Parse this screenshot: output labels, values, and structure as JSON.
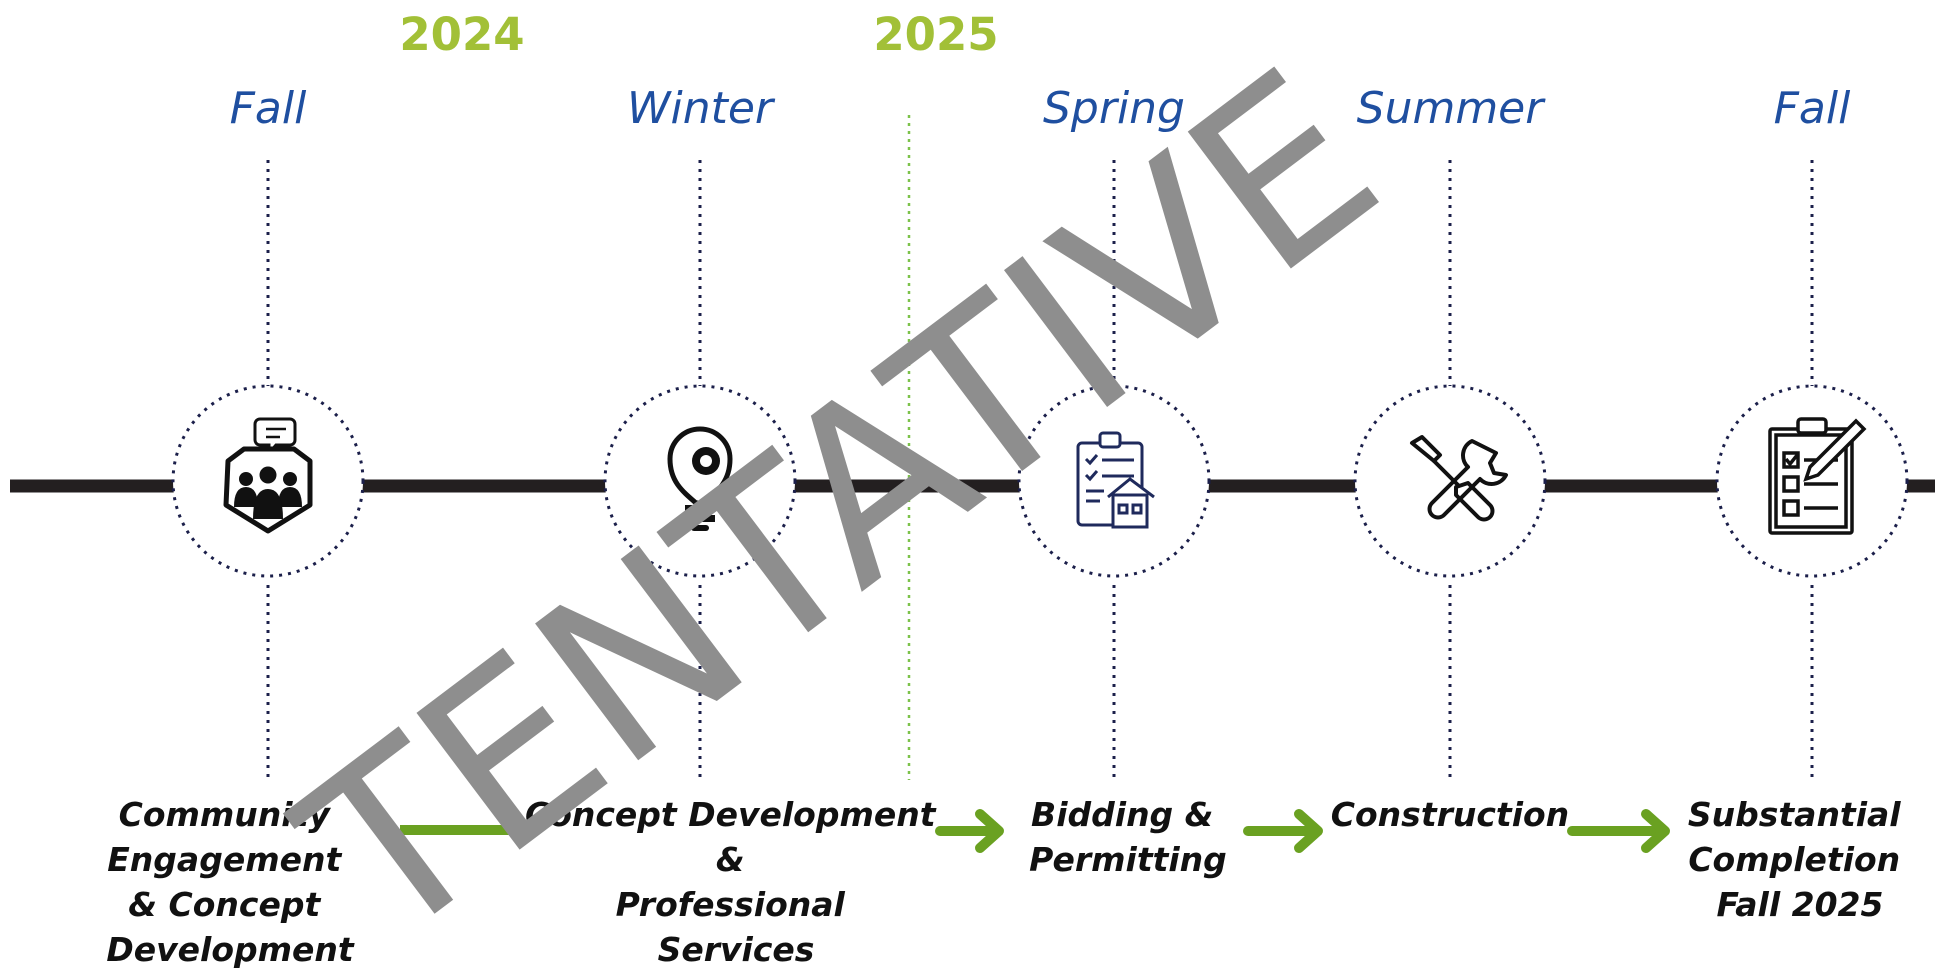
{
  "years": [
    "2024",
    "2025"
  ],
  "seasons": [
    "Fall",
    "Winter",
    "Spring",
    "Summer",
    "Fall"
  ],
  "phases": [
    {
      "lines": [
        "Community",
        "Engagement",
        "& Concept",
        "Development"
      ],
      "icon": "community-engagement-icon"
    },
    {
      "lines": [
        "Concept Development",
        "&",
        "Professional",
        "Services"
      ],
      "icon": "lightbulb-gear-icon"
    },
    {
      "lines": [
        "Bidding &",
        "Permitting"
      ],
      "icon": "clipboard-house-icon"
    },
    {
      "lines": [
        "Construction"
      ],
      "icon": "screwdriver-wrench-icon"
    },
    {
      "lines": [
        "Substantial",
        "Completion",
        "Fall 2025"
      ],
      "icon": "checklist-pencil-icon"
    }
  ],
  "watermark": "TENTATIVE",
  "colors": {
    "year": "#a2c037",
    "season": "#1f4fa0",
    "timeline": "#231f20",
    "arrow": "#6aa121",
    "divider": "#7cc24a",
    "dots": "#1b1f4a",
    "watermark": "#8e8e8e"
  }
}
